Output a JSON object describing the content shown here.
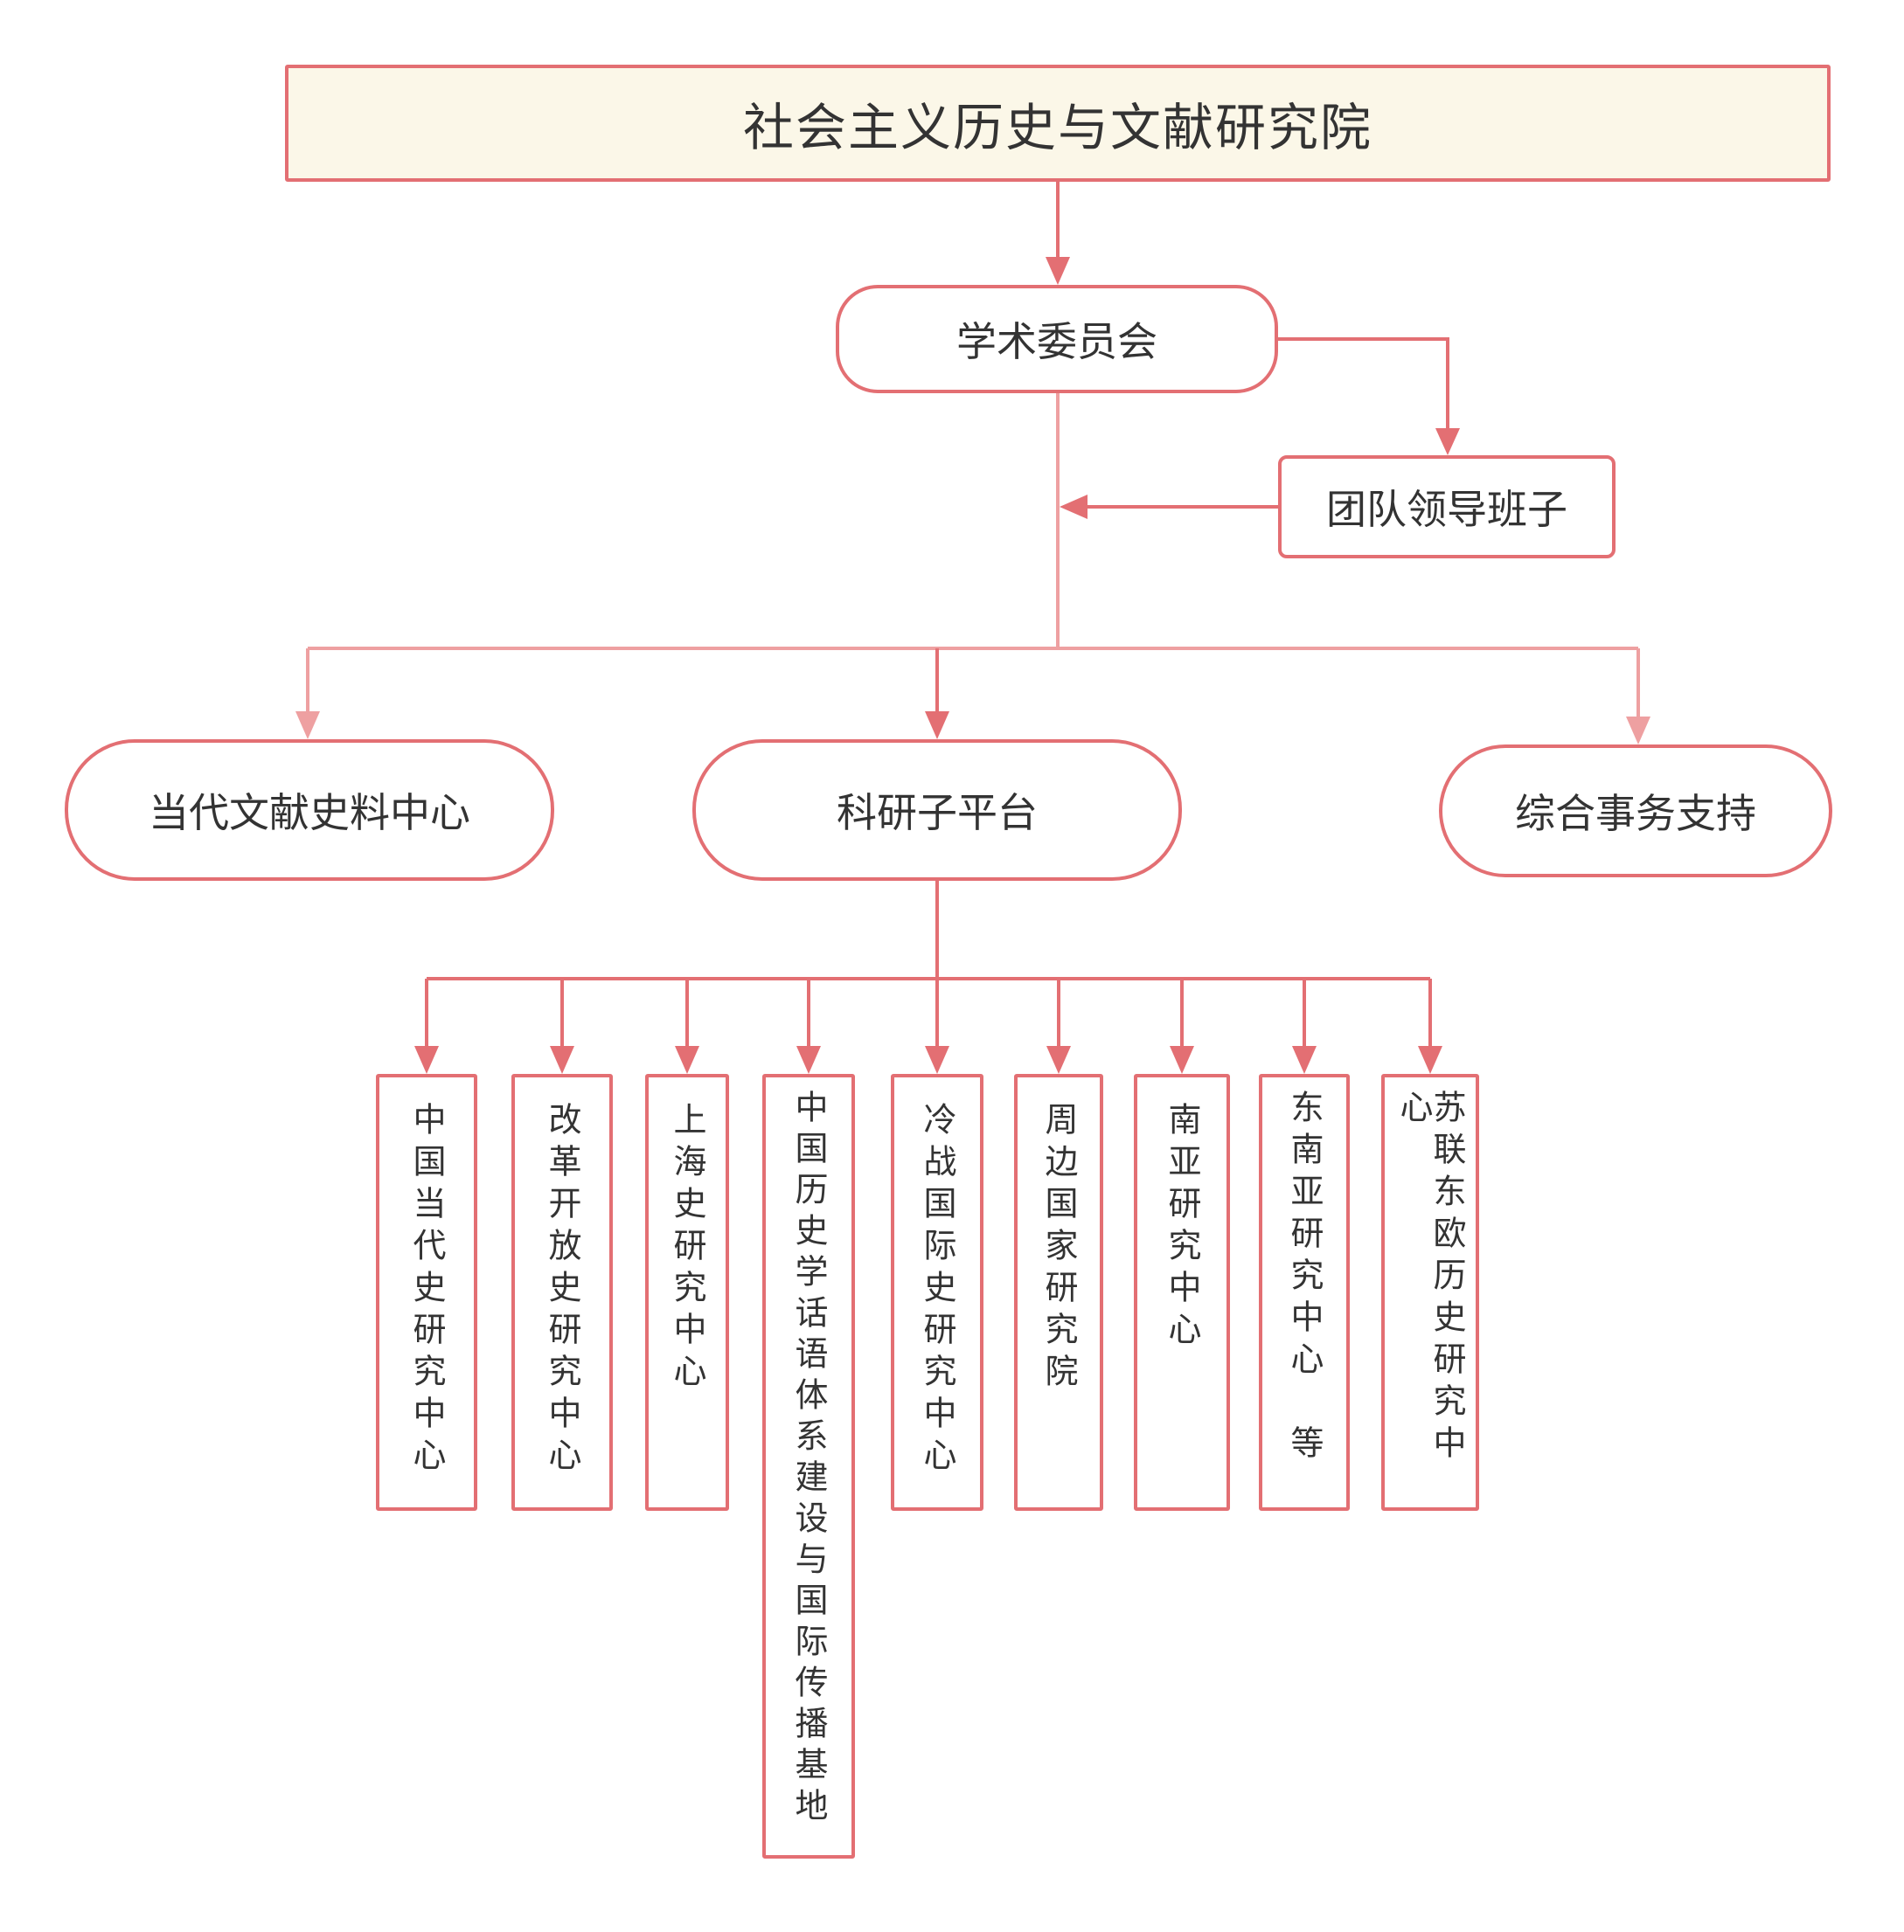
{
  "root": {
    "label": "社会主义历史与文献研究院"
  },
  "committee": {
    "label": "学术委员会"
  },
  "team": {
    "label": "团队领导班子"
  },
  "level2": {
    "left": "当代文献史料中心",
    "middle": "科研子平台",
    "right": "综合事务支持"
  },
  "centers": [
    "中国当代史研究中心",
    "改革开放史研究中心",
    "上海史研究中心",
    "中国历史学话语体系建设与国际传播基地",
    "冷战国际史研究中心",
    "周边国家研究院",
    "南亚研究中心",
    "东南亚研究中心　等",
    "苏联东欧历史研究中心"
  ],
  "colors": {
    "line": "#e36f73",
    "line_light": "#eea0a1",
    "root_fill": "#fbf7e8",
    "text": "#333333"
  }
}
